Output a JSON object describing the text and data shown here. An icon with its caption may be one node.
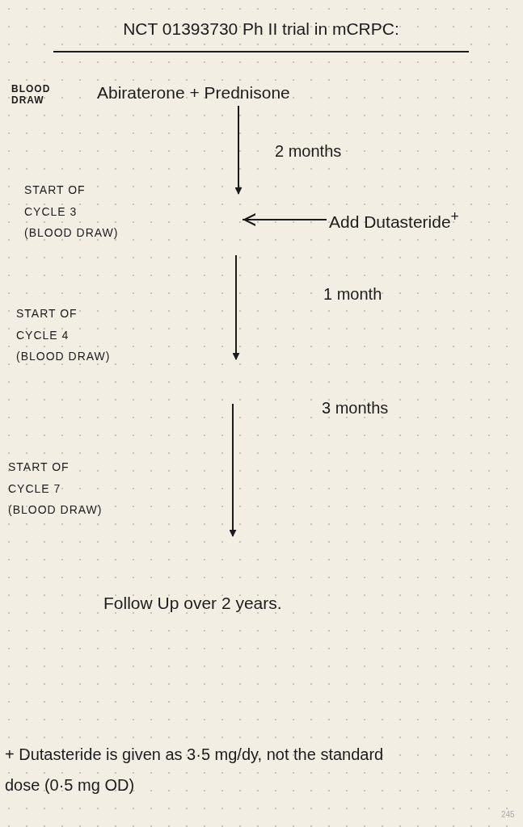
{
  "diagram": {
    "title": "NCT 01393730 Ph II trial in mCRPC:",
    "nodes": [
      {
        "text": [
          "Abiraterone + Prednisone"
        ]
      },
      {
        "text": [
          "Add Dutasteride$^{+}$"
        ]
      }
    ],
    "edges": [
      {
        "from": 0,
        "to": null,
        "arrow": "to",
        "label": "2 months"
      },
      {
        "from": 1,
        "to": null,
        "arrow": "to"
      }
    ],
    "labels": [
      "BLOOD DRAW",
      "START OF CYCLE 3 (BLOOD DRAW)",
      "1 month",
      "START OF CYCLE 4 (BLOOD DRAW)",
      "3 months",
      "START OF CYCLE 7 (BLOOD DRAW)",
      "Follow Up over 2 years.",
      "+ Dutasteride is given as 3·5 mg/dy, not the standard dose (0·5 mg OD)",
      "245"
    ]
  }
}
